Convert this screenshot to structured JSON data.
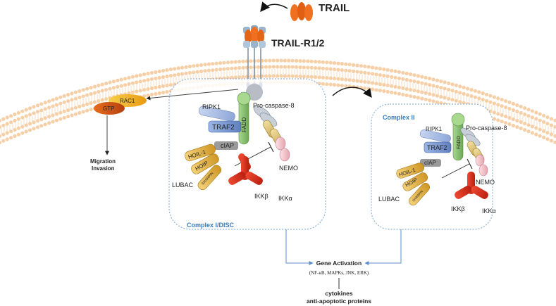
{
  "ligand": {
    "label": "TRAIL"
  },
  "receptor": {
    "label": "TRAIL-R1/2"
  },
  "rac1": {
    "rac_label": "RAC1",
    "gtp_label": "GTP",
    "outcome_line1": "Migration",
    "outcome_line2": "Invasion"
  },
  "complex1": {
    "title": "Complex I/DISC",
    "ripk1": "RIPK1",
    "traf2": "TRAF2",
    "fadd": "FADD",
    "procasp8": "Pro-caspase-8",
    "ciap": "cIAP",
    "hoil1": "HOIL-1",
    "hoip": "HOIP",
    "sharpin": "SHARPIN",
    "lubac": "LUBAC",
    "nemo": "NEMO",
    "ikkb": "IKKβ",
    "ikka": "IKKα"
  },
  "complex2": {
    "title": "Complex II",
    "ripk1": "RIPK1",
    "traf2": "TRAF2",
    "fadd": "FADD",
    "procasp8": "Pro-caspase-8",
    "ciap": "cIAP",
    "hoil1": "HOIL-1",
    "hoip": "HOIP",
    "sharpin": "SHARPIN",
    "lubac": "LUBAC",
    "nemo": "NEMO",
    "ikkb": "IKKβ",
    "ikka": "IKKα"
  },
  "gene_activation": {
    "title": "Gene Activation",
    "pathways": "(NF-κB, MAPKs, JNK, ERK)",
    "output_line1": "cytokines",
    "output_line2": "anti-apoptotic proteins"
  },
  "colors": {
    "membrane": "#f7cfa6",
    "trail": "#f07020",
    "receptor": "#9ab4cc",
    "box_border": "#8fb4d8",
    "rac1": "#f2b21c",
    "gtp": "#d9601a",
    "fadd": "#8cc47a",
    "traf2": "#7f9fd4",
    "ripk1": "#a9bde6",
    "ciap": "#9a9a9a",
    "lubac": "#e8b74a",
    "nemo": "#e0301c",
    "arrow_blue": "#5a8ec8"
  }
}
